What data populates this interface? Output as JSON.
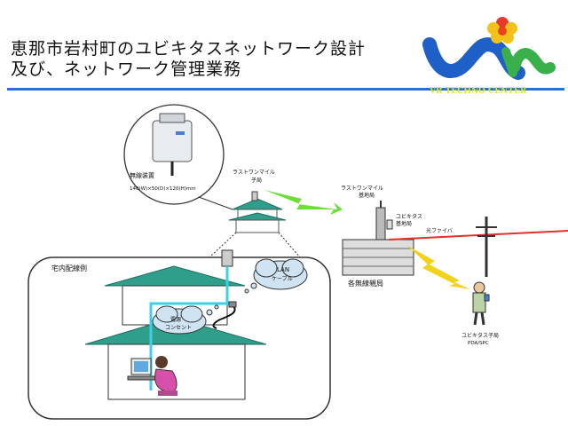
{
  "slide": {
    "title_line1": "恵那市岩村町のユビキタスネットワーク設計",
    "title_line2": "及び、ネットワーク管理業務"
  },
  "logo": {
    "brand_text": "VR TECHNO CENTER",
    "icon": "vr-logo-with-flower"
  },
  "diagram": {
    "callout_label": "無線装置",
    "callout_dims": "140(W)×50(D)×120(H)mm",
    "last_mile_slave": "ラストワンマイル\n子局",
    "last_mile_base": "ラストワンマイル\n基地局",
    "ubiquitous_base": "ユビキタス\n基地局",
    "fiber_label": "光ファイバ",
    "office_label": "各無線親局",
    "home_wiring_label": "宅内配線例",
    "lan_cable_label": "LAN\nケーブル",
    "power_line_label": "電源\nコンセント",
    "ubiquitous_slave_label": "ユビキタス子局",
    "pda_label": "PDA/SPC"
  },
  "colors": {
    "rule_blue": "#2d6fd0",
    "roof_teal": "#2f9e8a",
    "lan_cyan": "#3ecfe8",
    "wireless_green": "#6fdc3a",
    "wireless_yellow": "#f2d21a",
    "fiber_red": "#e0302a"
  }
}
